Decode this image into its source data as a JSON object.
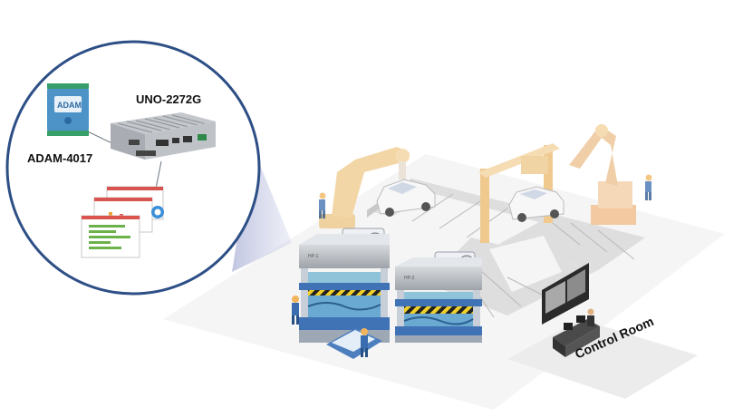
{
  "labels": {
    "uno": "UNO-2272G",
    "adam": "ADAM-4017",
    "control_room": "Control Room"
  },
  "colors": {
    "circle_border": "#2d4f86",
    "press_blue": "#3f73b5",
    "press_gray": "#c5cdd6",
    "robot_orange": "#f3d6a6",
    "floor": "#f4f4f4",
    "conveyor": "#dcdcdc"
  },
  "icons": [
    "adam-module-icon",
    "uno-computer-icon",
    "dashboard-screens-icon",
    "robot-arm-icon",
    "car-icon",
    "press-machine-icon",
    "worker-icon",
    "operator-icon"
  ]
}
